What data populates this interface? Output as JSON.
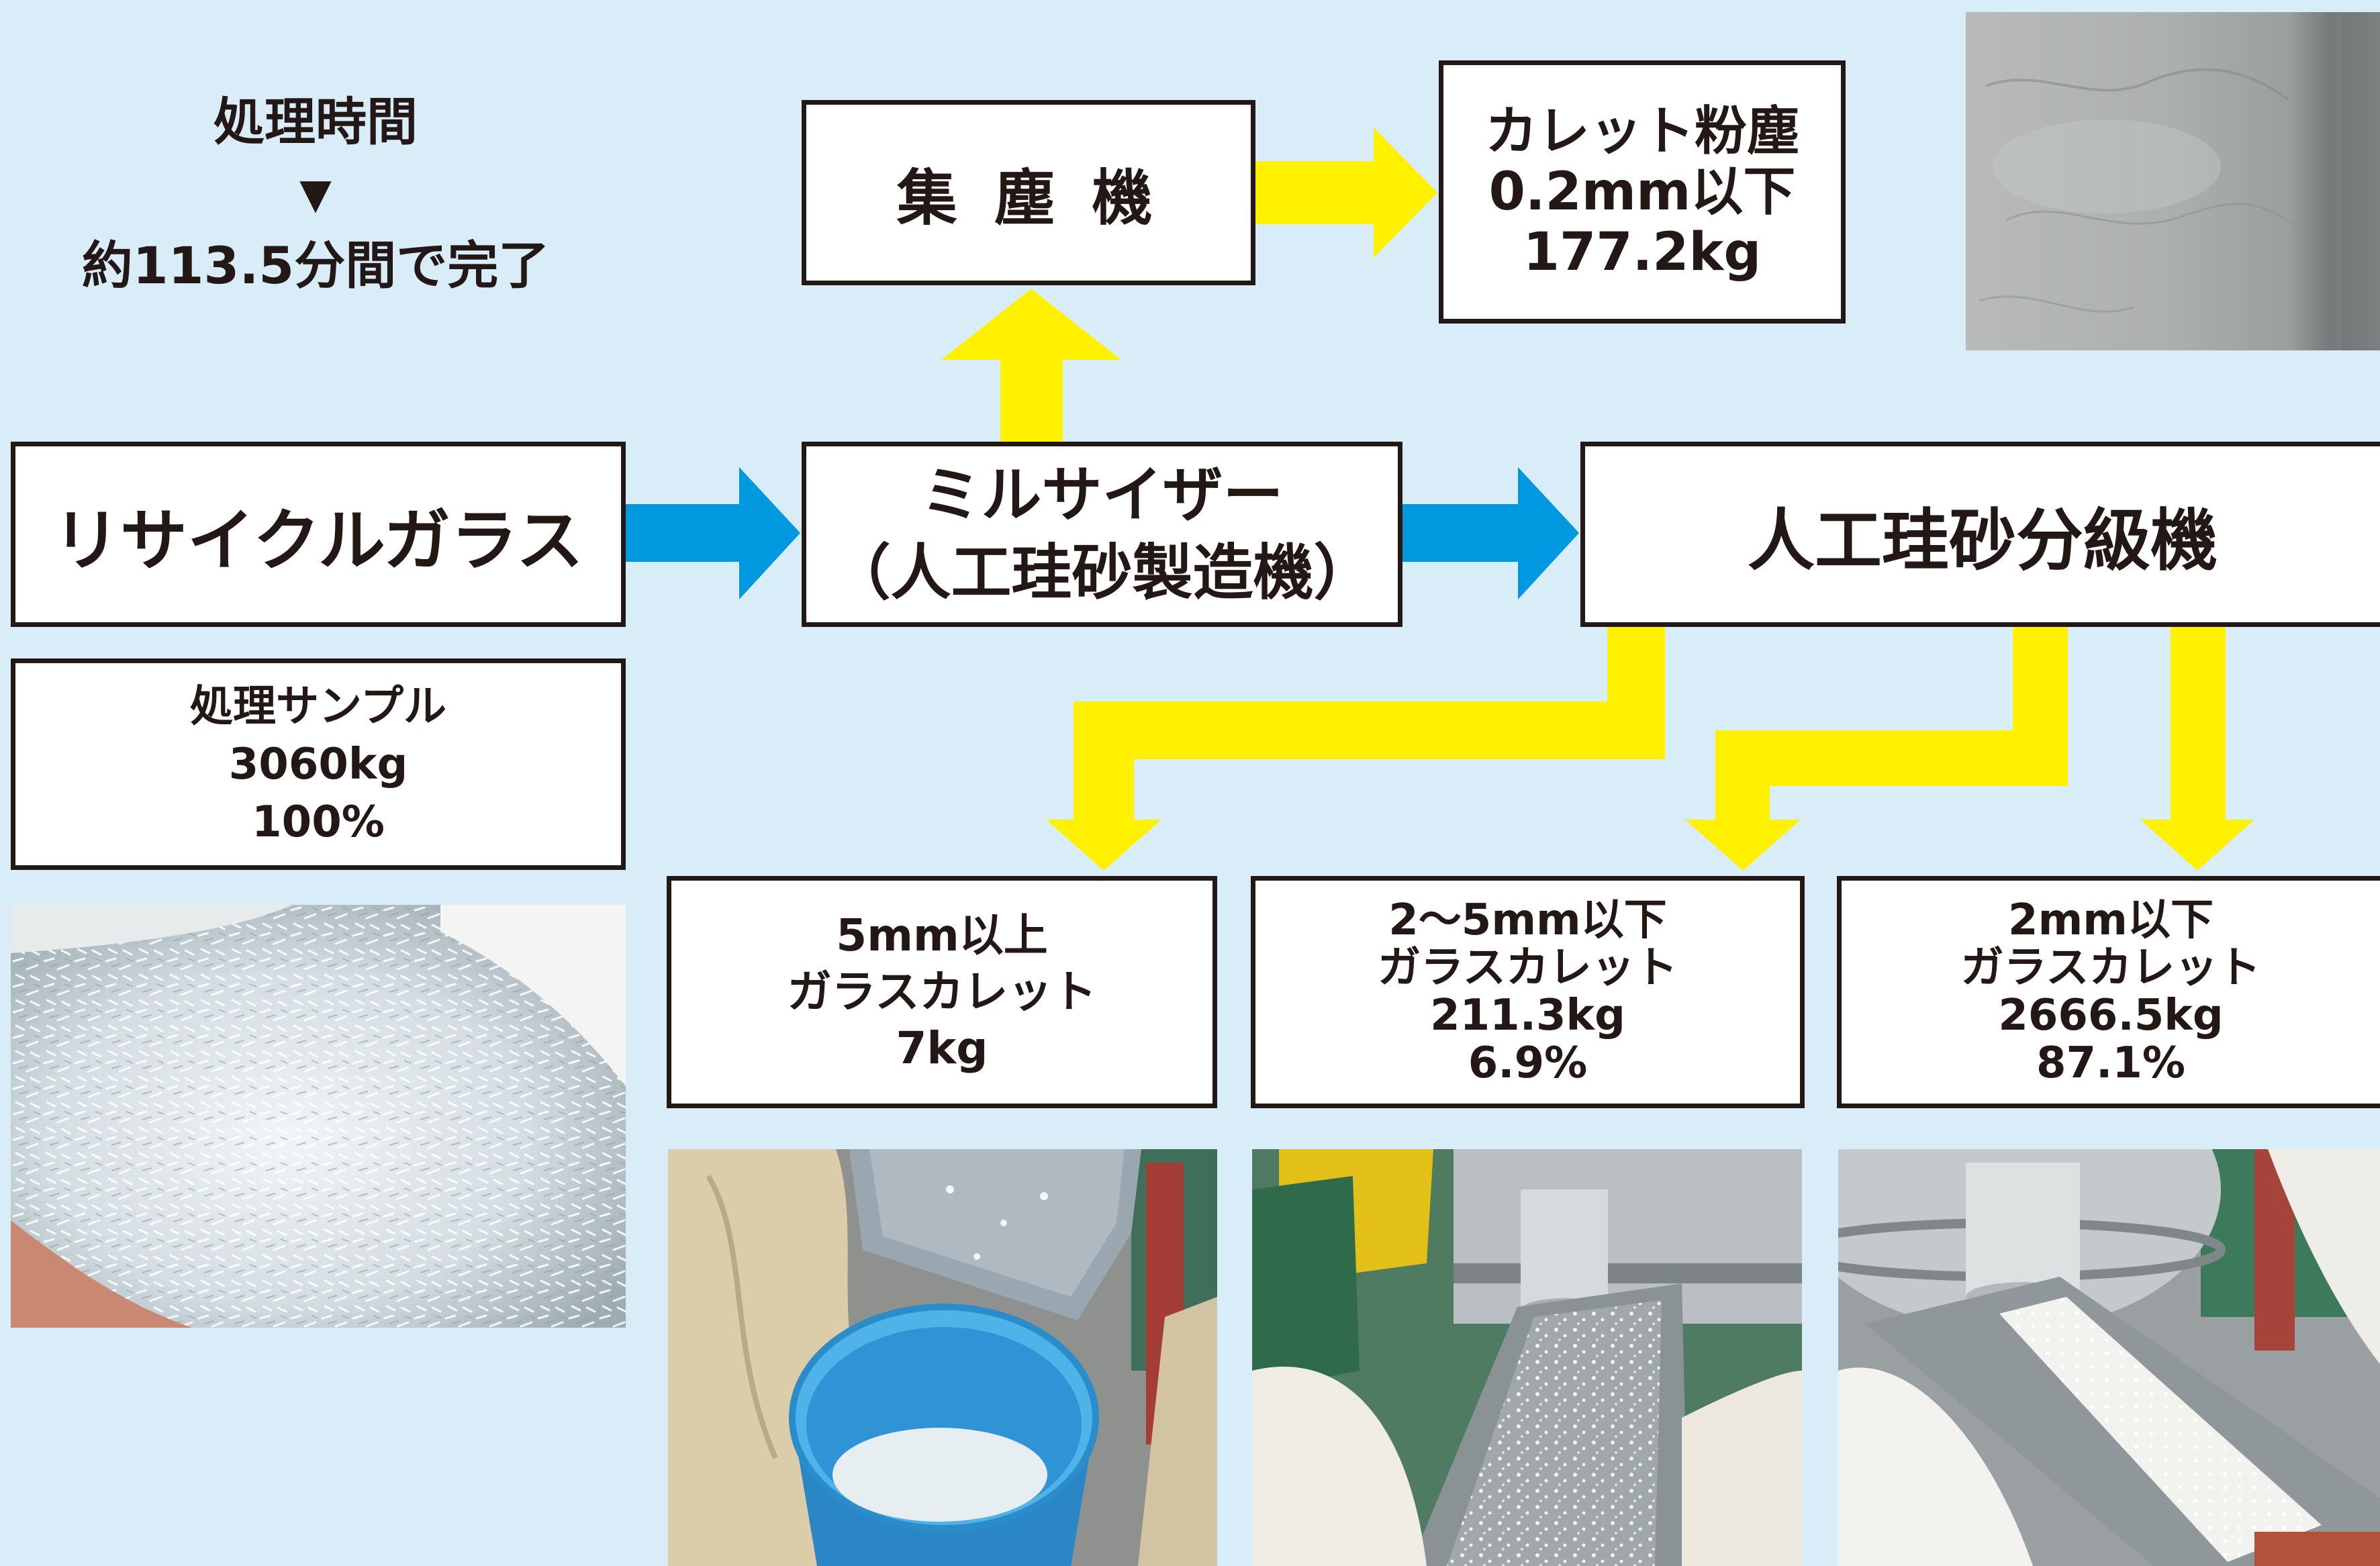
{
  "colors": {
    "background": "#d9edf9",
    "arrow_yellow": "#fff100",
    "arrow_blue": "#0098de",
    "box_border": "#231815"
  },
  "processing_time": {
    "label": "処理時間",
    "marker": "▼",
    "value": "約113.5分間で完了"
  },
  "recycled_glass": {
    "label": "リサイクルガラス"
  },
  "sample": {
    "lines": [
      "処理サンプル",
      "3060kg",
      "100%"
    ]
  },
  "mill_sizer": {
    "lines": [
      "ミルサイザー",
      "（人工珪砂製造機）"
    ]
  },
  "dust_collector": {
    "label": "集 塵 機"
  },
  "cullet_dust": {
    "lines": [
      "カレット粉塵",
      "0.2mm以下",
      "177.2kg"
    ]
  },
  "classifier": {
    "label": "人工珪砂分級機"
  },
  "outputs": [
    {
      "lines": [
        "5mm以上",
        "ガラスカレット",
        "7kg"
      ]
    },
    {
      "lines": [
        "2〜5mm以下",
        "ガラスカレット",
        "211.3kg",
        "6.9%"
      ]
    },
    {
      "lines": [
        "2mm以下",
        "ガラスカレット",
        "2666.5kg",
        "87.1%"
      ]
    }
  ]
}
